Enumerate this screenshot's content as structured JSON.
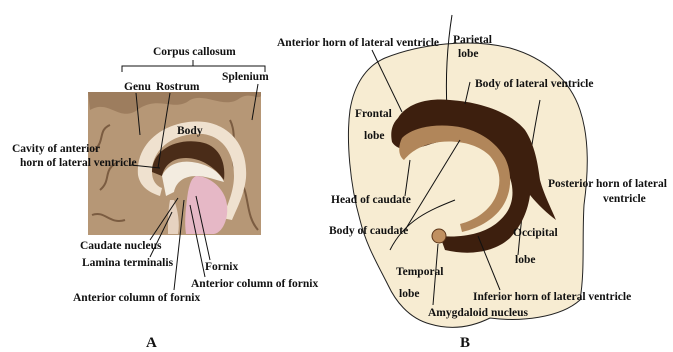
{
  "panel_a": {
    "panel_label": "A",
    "labels": {
      "corpus_callosum": "Corpus callosum",
      "genu": "Genu",
      "rostrum": "Rostrum",
      "splenium": "Splenium",
      "body": "Body",
      "cavity_line1": "Cavity of anterior",
      "cavity_line2": "horn of lateral ventricle",
      "caudate_nucleus": "Caudate nucleus",
      "lamina_terminalis": "Lamina terminalis",
      "fornix": "Fornix",
      "anterior_column_fornix_1": "Anterior column of fornix",
      "anterior_column_fornix_2": "Anterior column of fornix"
    }
  },
  "panel_b": {
    "panel_label": "B",
    "labels": {
      "anterior_horn": "Anterior horn of lateral ventricle",
      "parietal_line1": "Parietal",
      "parietal_line2": "lobe",
      "body_lateral_ventricle": "Body of lateral ventricle",
      "frontal_line1": "Frontal",
      "frontal_line2": "lobe",
      "head_of_caudate": "Head of caudate",
      "body_of_caudate": "Body of caudate",
      "posterior_horn_line1": "Posterior horn of lateral",
      "posterior_horn_line2": "ventricle",
      "occipital_line1": "Occipital",
      "occipital_line2": "lobe",
      "temporal_line1": "Temporal",
      "temporal_line2": "lobe",
      "inferior_horn": "Inferior horn of lateral ventricle",
      "amygdaloid_nucleus": "Amygdaloid nucleus"
    }
  }
}
